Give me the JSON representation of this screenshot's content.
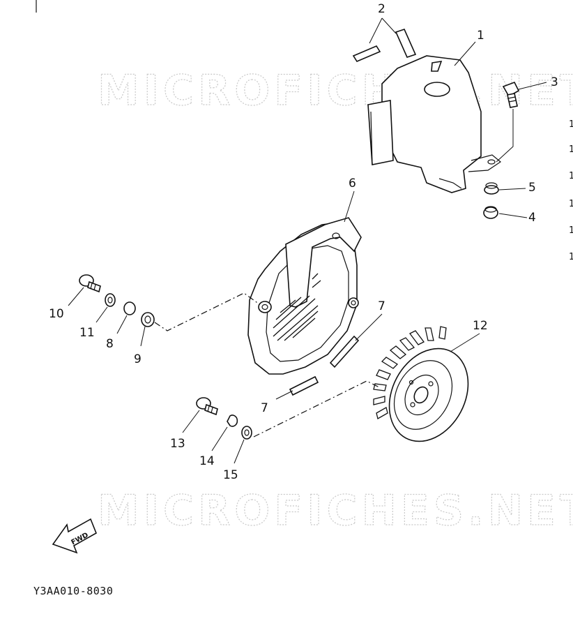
{
  "watermark": "MICROFICHES.NET",
  "diagram_code": "Y3AA010-8030",
  "arrow_label": "FWD",
  "callouts": [
    "1",
    "2",
    "3",
    "4",
    "5",
    "6",
    "7",
    "7",
    "8",
    "9",
    "10",
    "11",
    "12",
    "13",
    "14",
    "15"
  ],
  "edge_marks": [
    "1",
    "1",
    "1",
    "1",
    "1",
    "1"
  ]
}
